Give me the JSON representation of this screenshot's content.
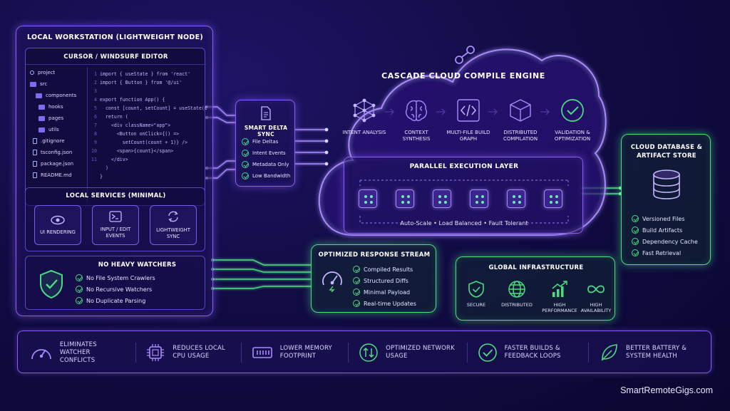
{
  "workstation": {
    "title": "LOCAL WORKSTATION (LIGHTWEIGHT NODE)",
    "editor_title": "CURSOR / WINDSURF EDITOR",
    "tree": [
      {
        "label": "project",
        "kind": "root"
      },
      {
        "label": "src",
        "kind": "folder"
      },
      {
        "label": "components",
        "kind": "folder"
      },
      {
        "label": "hooks",
        "kind": "folder"
      },
      {
        "label": "pages",
        "kind": "folder"
      },
      {
        "label": "utils",
        "kind": "folder"
      },
      {
        "label": ".gitignore",
        "kind": "file"
      },
      {
        "label": "tsconfig.json",
        "kind": "file"
      },
      {
        "label": "package.json",
        "kind": "file"
      },
      {
        "label": "README.md",
        "kind": "file"
      }
    ],
    "line_numbers": [
      "1",
      "2",
      "3",
      "4",
      "5",
      "6",
      "7",
      "8",
      "9",
      "10",
      "11"
    ],
    "code_lines": [
      "import { useState } from 'react'",
      "import { Button } from '@/ui'",
      "",
      "export function App() {",
      "  const [count, setCount] = useState(0)",
      "  return (",
      "    <div className=\"app\">",
      "      <Button onClick={() =>",
      "        setCount(count + 1)} />",
      "      <span>{count}</span>",
      "    </div>",
      "  )",
      "}"
    ],
    "services_title": "LOCAL SERVICES (MINIMAL)",
    "services": [
      "UI RENDERING",
      "INPUT / EDIT EVENTS",
      "LIGHTWEIGHT SYNC"
    ],
    "watchers_title": "NO HEAVY WATCHERS",
    "watchers": [
      "No File System Crawlers",
      "No Recursive Watchers",
      "No Duplicate Parsing"
    ]
  },
  "sync": {
    "title": "SMART DELTA SYNC",
    "items": [
      "File Deltas",
      "Intent Events",
      "Metadata Only",
      "Low Bandwidth"
    ]
  },
  "cloud": {
    "title": "CASCADE CLOUD COMPILE ENGINE",
    "steps": [
      "INTENT ANALYSIS",
      "CONTEXT SYNTHESIS",
      "MULTI-FILE BUILD GRAPH",
      "DISTRIBUTED COMPILATION",
      "VALIDATION & OPTIMIZATION"
    ],
    "parallel_title": "PARALLEL EXECUTION LAYER",
    "parallel_caption": "Auto-Scale • Load Balanced • Fault Tolerant"
  },
  "database": {
    "title": "CLOUD DATABASE & ARTIFACT STORE",
    "items": [
      "Versioned Files",
      "Build Artifacts",
      "Dependency Cache",
      "Fast Retrieval"
    ]
  },
  "response": {
    "title": "OPTIMIZED RESPONSE STREAM",
    "items": [
      "Compiled Results",
      "Structured Diffs",
      "Minimal Payload",
      "Real-time Updates"
    ]
  },
  "infra": {
    "title": "GLOBAL INFRASTRUCTURE",
    "items": [
      "SECURE",
      "DISTRIBUTED",
      "HIGH PERFORMANCE",
      "HIGH AVAILABILITY"
    ]
  },
  "footer": {
    "items": [
      "ELIMINATES WATCHER CONFLICTS",
      "REDUCES LOCAL CPU USAGE",
      "LOWER MEMORY FOOTPRINT",
      "OPTIMIZED NETWORK USAGE",
      "FASTER BUILDS & FEEDBACK LOOPS",
      "BETTER BATTERY & SYSTEM HEALTH"
    ]
  },
  "watermark": "SmartRemoteGigs.com"
}
